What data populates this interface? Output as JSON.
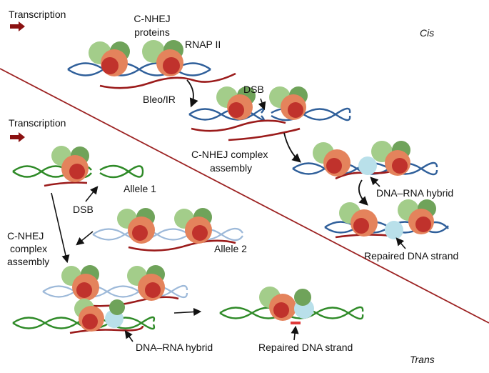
{
  "colors": {
    "dna_blue": "#2f5f9a",
    "dna_pale_blue": "#9db9d9",
    "dna_green": "#2e8a27",
    "rna_red": "#9b1b1b",
    "arrow_red": "#8b1111",
    "divider": "#9c2222",
    "protein_light_green": "#a3cd8a",
    "protein_green": "#6fa35a",
    "protein_orange": "#e4835c",
    "protein_red": "#c0322c",
    "hybrid_cyan": "#b9e0ea"
  },
  "cis": {
    "panel_label": "Cis",
    "transcription_label": "Transcription",
    "proteins_label_line1": "C-NHEJ",
    "proteins_label_line2": "proteins",
    "rnap_label": "RNAP II",
    "damage_label": "Bleo/IR",
    "dsb_label": "DSB",
    "assembly_line1": "C-NHEJ complex",
    "assembly_line2": "assembly",
    "hybrid_label": "DNA–RNA hybrid",
    "repaired_label": "Repaired DNA strand"
  },
  "trans": {
    "panel_label": "Trans",
    "transcription_label": "Transcription",
    "allele1_label": "Allele 1",
    "dsb_label": "DSB",
    "assembly_line1": "C-NHEJ",
    "assembly_line2": "complex",
    "assembly_line3": "assembly",
    "allele2_label": "Allele 2",
    "hybrid_label": "DNA–RNA hybrid",
    "repaired_label": "Repaired DNA strand"
  }
}
